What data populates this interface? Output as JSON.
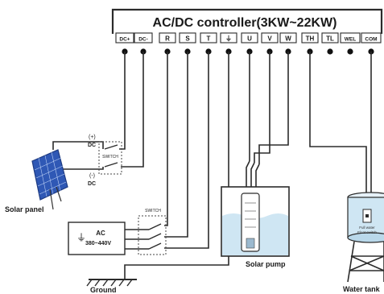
{
  "controller": {
    "title": "AC/DC controller(3KW~22KW)",
    "terminals": [
      "DC+",
      "DC-",
      "R",
      "S",
      "T",
      "⏚",
      "U",
      "V",
      "W",
      "TH",
      "TL",
      "WEL",
      "COM"
    ]
  },
  "solar_panel": {
    "label": "Solar panel",
    "pos_label": "(+)",
    "pos_sub": "DC",
    "neg_label": "(-)",
    "neg_sub": "DC"
  },
  "dc_switch": {
    "label": "SWITCH"
  },
  "ac_source": {
    "label": "AC",
    "voltage": "380~440V"
  },
  "ac_switch": {
    "label": "SWITCH"
  },
  "ground": {
    "label": "Ground"
  },
  "pump": {
    "label": "Solar pump"
  },
  "tank": {
    "label": "Water tank",
    "float_label_1": "Full water",
    "float_label_2": "Float switch"
  },
  "colors": {
    "line": "#2b2b2b",
    "water": "#cfe6f3",
    "panel": "#2f58b5",
    "background": "#ffffff"
  }
}
